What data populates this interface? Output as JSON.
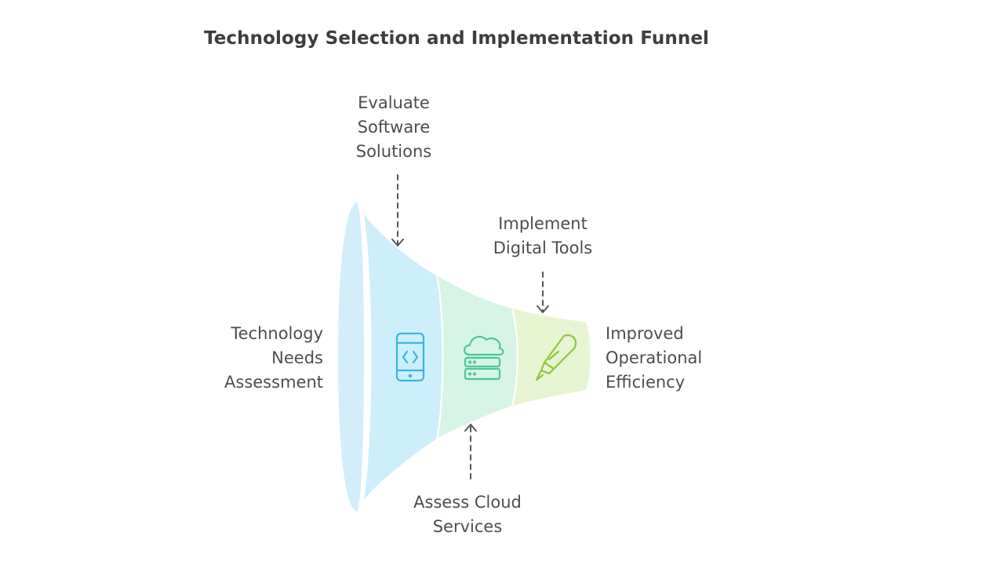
{
  "title": "Technology Selection and Implementation Funnel",
  "stages": [
    {
      "id": "evaluate",
      "lines": [
        "Evaluate",
        "Software",
        "Solutions"
      ],
      "icon": "mobile-code-icon",
      "color": "#cdeffb",
      "icon_color": "#3cb4e6"
    },
    {
      "id": "assess",
      "lines": [
        "Assess Cloud",
        "Services"
      ],
      "icon": "cloud-server-icon",
      "color": "#d6f5e6",
      "icon_color": "#4cc79a"
    },
    {
      "id": "implement",
      "lines": [
        "Implement",
        "Digital Tools"
      ],
      "icon": "pen-knife-icon",
      "color": "#e8f5d3",
      "icon_color": "#8cc63f"
    }
  ],
  "input": {
    "lines": [
      "Technology",
      "Needs",
      "Assessment"
    ]
  },
  "output": {
    "lines": [
      "Improved",
      "Operational",
      "Efficiency"
    ]
  },
  "colors": {
    "mouth": "#d3eefb",
    "text": "#4d4d4d",
    "arrow": "#555555"
  }
}
